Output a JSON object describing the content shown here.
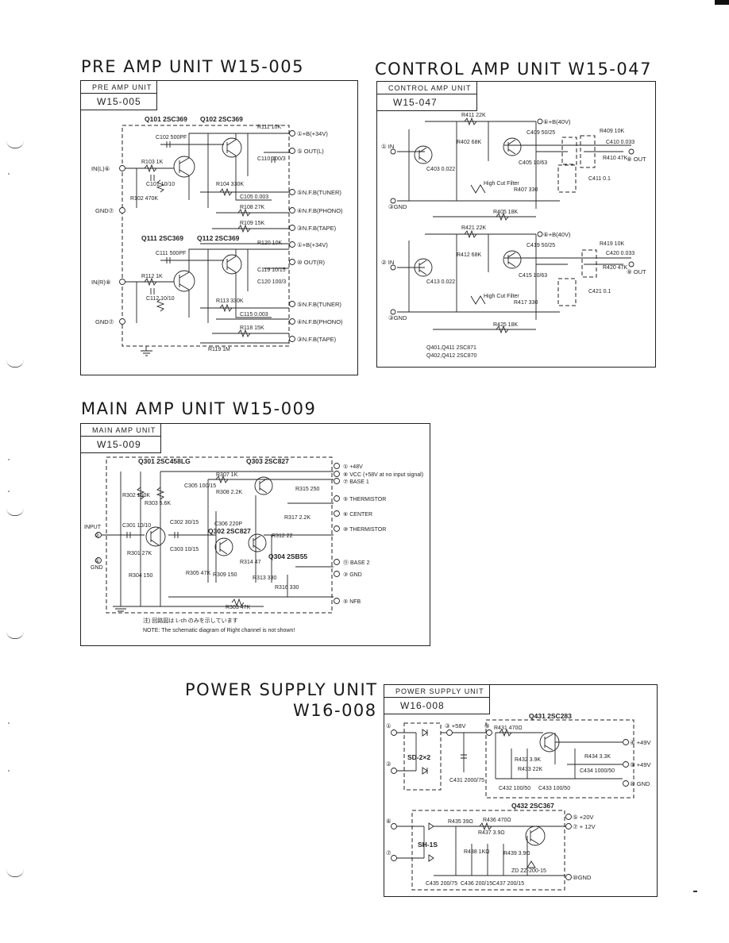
{
  "pre_amp": {
    "heading": "PRE AMP UNIT W15-005",
    "box_line1": "PRE AMP UNIT",
    "box_line2": "W15-005",
    "q_top": [
      "Q101 2SC369",
      "Q102 2SC369"
    ],
    "q_bottom": [
      "Q111 2SC369",
      "Q112 2SC369"
    ],
    "terminals_l": [
      "①+B(+34V)",
      "⑤ OUT(L)",
      "⑤N.F.B(TUNER)",
      "④N.F.B(PHONO)",
      "③N.F.B(TAPE)"
    ],
    "terminals_r": [
      "①+B(+34V)",
      "⑩ OUT(R)",
      "⑤N.F.B(TUNER)",
      "④N.F.B(PHONO)",
      "③N.F.B(TAPE)"
    ],
    "inputs": [
      "IN(L)⑥",
      "GND⑦",
      "IN(R)⑧",
      "GND⑦"
    ],
    "parts": [
      "C102 500PF",
      "R103 1K",
      "C101 10/10",
      "R102 470K",
      "R104 330K",
      "C105 0.003",
      "R108 27K",
      "R109 15K",
      "R111 10K",
      "C111 500PF",
      "R112 1K",
      "C112 10/10",
      "R113 330K",
      "C115 0.003",
      "R118 15K",
      "C119 10/15",
      "C110 100/3",
      "C120 100/3",
      "R119 1M",
      "R120 10K"
    ]
  },
  "control_amp": {
    "heading": "CONTROL AMP UNIT W15-047",
    "box_line1": "CONTROL AMP UNIT",
    "box_line2": "W15-047",
    "top_supply": "⑥+B(40V)",
    "bottom_supply": "⑥+B(40V)",
    "outs": [
      "⑧ OUT",
      "⑨ OUT"
    ],
    "ins": [
      "① IN",
      "② IN"
    ],
    "gnds": [
      "③GND",
      "③GND"
    ],
    "filter_label": "High Cut Filter",
    "parts": [
      "R411 22K",
      "R421 22K",
      "R402 68K",
      "R412 68K",
      "C403 0.022",
      "C413 0.022",
      "C409 50/25",
      "C419 50/25",
      "R409 10K",
      "R419 10K",
      "C410 0.033",
      "C420 0.033",
      "R410 47K",
      "R420 47K",
      "C411 0.1",
      "C421 0.1",
      "R405 18K",
      "R425 18K",
      "C405 10/63",
      "C415 10/63",
      "R407 330",
      "R417 330"
    ],
    "transistor_note": [
      "Q401,Q411 2SC871",
      "Q402,Q412 2SC870"
    ]
  },
  "main_amp": {
    "heading": "MAIN AMP UNIT W15-009",
    "box_line1": "MAIN AMP UNIT",
    "box_line2": "W15-009",
    "transistors": [
      "Q301 2SC458LG",
      "Q303 2SC827",
      "Q302 2SC827",
      "Q304 2SB55"
    ],
    "terminals": [
      "① +48V",
      "⑧ VCC (+58V at no input signal)",
      "⑦ BASE 1",
      "⑤ THERMISTOR",
      "⑥ CENTER",
      "⑩ THERMISTOR",
      "⑪ BASE 2",
      "③ GND",
      "⑤ NFB"
    ],
    "input_label": "INPUT",
    "input_pin": "②",
    "gnd_pin": "①",
    "gnd_label": "GND",
    "parts": [
      "R302 150K",
      "R303 5.6K",
      "C301 10/10",
      "R301 27K",
      "R304 150",
      "C302 30/15",
      "C303 10/15",
      "R305 47K",
      "R307 1K",
      "R308 2.2K",
      "R309 150",
      "C305 100/15",
      "R312 22",
      "R313 330",
      "C306 220P",
      "R314 47",
      "R315 250",
      "R316 330",
      "R317 2.2K",
      "R303 47K"
    ],
    "note_jp": "注) 回路図は L-ch のみを示しています",
    "note_en": "NOTE: The schematic diagram of Right channel is not shown!"
  },
  "power_supply": {
    "heading_line1": "POWER SUPPLY UNIT",
    "heading_line2": "W16-008",
    "box_line1": "POWER SUPPLY UNIT",
    "box_line2": "W16-008",
    "rectifier": "SD-2×2",
    "rectifier2": "SH-1S",
    "q_top": "Q431 2SC283",
    "q_bottom": "Q432 2SC367",
    "outputs": [
      "④ +49V",
      "⑤ +49V",
      "⑩ GND",
      "⑤ +20V",
      "⑦ + 12V",
      "⑩GND"
    ],
    "inputs": [
      "①",
      "②",
      "③ +58V",
      "③",
      "⑥",
      "⑦"
    ],
    "zener": "ZD ZZ-200-15",
    "parts": [
      "R431 470Ω",
      "C431 2000/75",
      "C432 100/50",
      "R432 3.9K",
      "R433 22K",
      "C433 100/50",
      "R434 3.3K",
      "C434 1000/50",
      "R435 39Ω",
      "R436 470Ω",
      "R437 3.9Ω",
      "R438 1KΩ",
      "C435 200/75",
      "C436 200/15",
      "C437 200/15",
      "R439 3.9Ω"
    ]
  }
}
